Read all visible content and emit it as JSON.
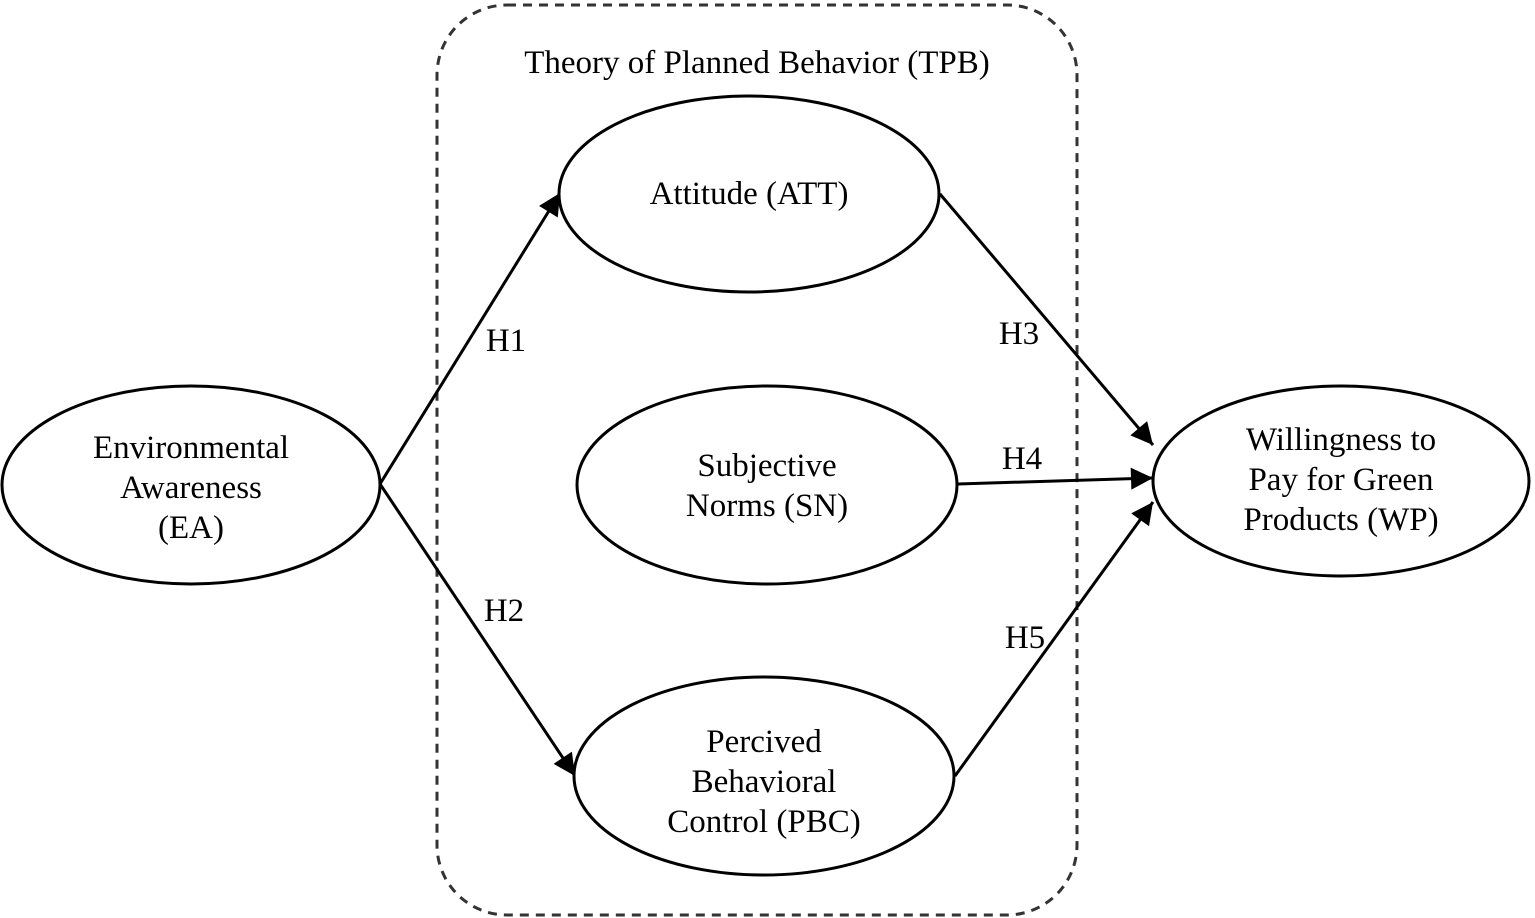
{
  "diagram": {
    "group_title": "Theory of Planned Behavior (TPB)",
    "nodes": {
      "ea": {
        "lines": [
          "Environmental",
          "Awareness",
          "(EA)"
        ]
      },
      "att": {
        "lines": [
          "Attitude (ATT)"
        ]
      },
      "sn": {
        "lines": [
          "Subjective",
          "Norms (SN)"
        ]
      },
      "pbc": {
        "lines": [
          "Percived",
          "Behavioral",
          "Control (PBC)"
        ]
      },
      "wp": {
        "lines": [
          "Willingness to",
          "Pay for Green",
          "Products (WP)"
        ]
      }
    },
    "edges": {
      "h1": {
        "label": "H1",
        "from": "ea",
        "to": "att"
      },
      "h2": {
        "label": "H2",
        "from": "ea",
        "to": "pbc"
      },
      "h3": {
        "label": "H3",
        "from": "att",
        "to": "wp"
      },
      "h4": {
        "label": "H4",
        "from": "sn",
        "to": "wp"
      },
      "h5": {
        "label": "H5",
        "from": "pbc",
        "to": "wp"
      }
    },
    "colors": {
      "stroke": "#000000",
      "dashed_border": "#333333",
      "background": "#ffffff"
    }
  }
}
